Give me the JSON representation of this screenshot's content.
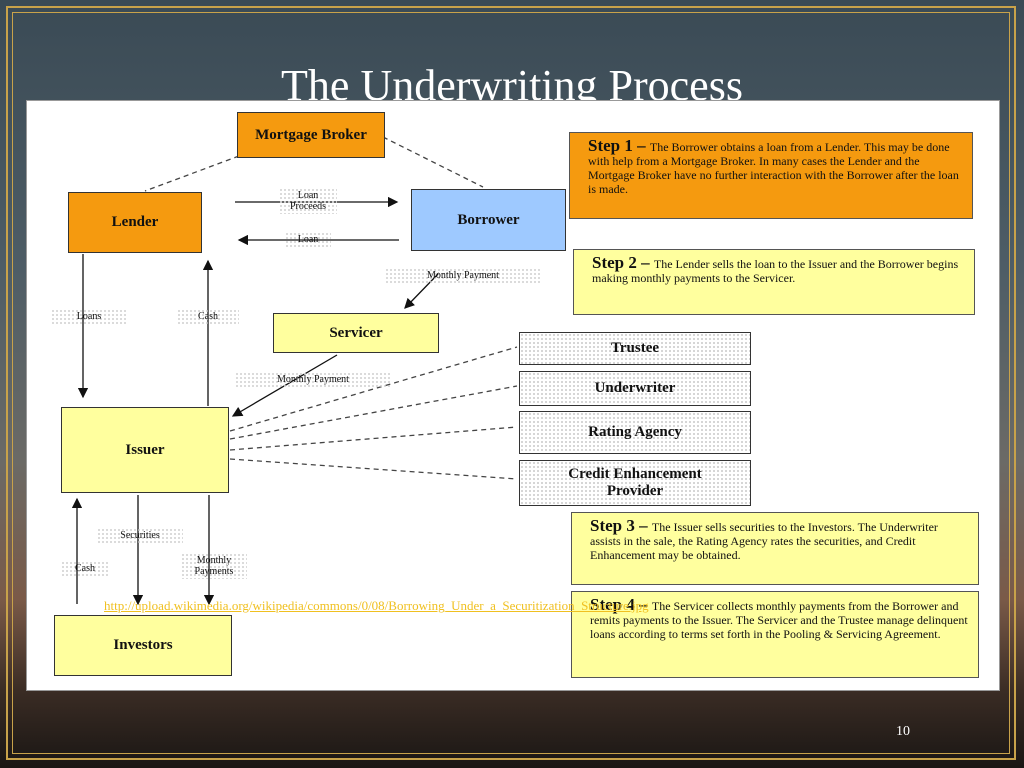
{
  "slide": {
    "title": "The Underwriting Process",
    "page_number": "10",
    "source_url": "http://upload.wikimedia.org/wikipedia/commons/0/08/Borrowing_Under_a_Securitization_Structure.jpg"
  },
  "diagram": {
    "nodes": {
      "mortgage_broker": "Mortgage Broker",
      "lender": "Lender",
      "borrower": "Borrower",
      "servicer": "Servicer",
      "issuer": "Issuer",
      "investors": "Investors",
      "trustee": "Trustee",
      "underwriter": "Underwriter",
      "rating_agency": "Rating Agency",
      "credit_enhancement": "Credit Enhancement Provider"
    },
    "edge_labels": {
      "loan_proceeds": "Loan Proceeds",
      "loan": "Loan",
      "monthly_payment_borrower": "Monthly Payment",
      "monthly_payment_servicer": "Monthly Payment",
      "loans": "Loans",
      "cash_issuer_lender": "Cash",
      "securities": "Securities",
      "cash_investors_issuer": "Cash",
      "monthly_payments_investors": "Monthly Payments"
    },
    "steps": [
      {
        "num": "Step 1",
        "dash": " – ",
        "text": "The Borrower obtains a loan from a Lender. This may be done with help from a Mortgage Broker. In many cases the Lender and the Mortgage Broker have no further interaction with the Borrower after the loan is made."
      },
      {
        "num": "Step 2",
        "dash": " – ",
        "text": "The Lender sells the loan to the Issuer and the Borrower begins making monthly payments to the Servicer."
      },
      {
        "num": "Step 3",
        "dash": " – ",
        "text": "The Issuer sells securities to the Investors. The Underwriter assists in the sale, the Rating Agency rates the securities, and Credit Enhancement may be obtained."
      },
      {
        "num": "Step 4",
        "dash": " – ",
        "text": "The Servicer collects monthly payments from the Borrower and remits payments to the Issuer. The Servicer and the Trustee manage delinquent loans according to terms set forth in the Pooling & Servicing Agreement."
      }
    ],
    "colors": {
      "orange": "#f59a0f",
      "blue": "#9ec9ff",
      "yellow": "#ffff9e",
      "url": "#f0c020"
    }
  }
}
